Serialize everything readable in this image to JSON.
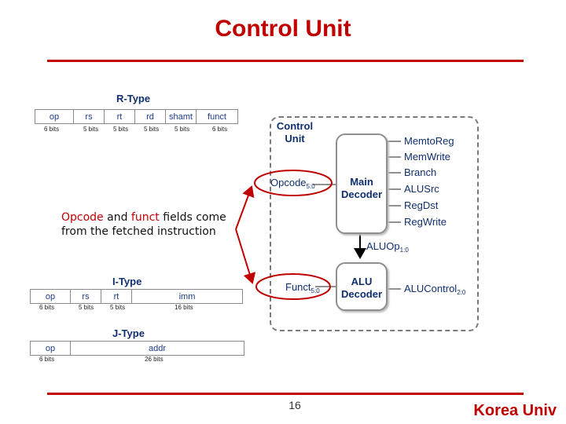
{
  "slide": {
    "title": "Control Unit",
    "page_number": "16",
    "footer": "Korea Univ"
  },
  "note": {
    "w1": "Opcode",
    "w2": " and ",
    "w3": "funct",
    "w4": " fields come from the fetched instruction"
  },
  "r_type": {
    "title": "R-Type",
    "fields": [
      "op",
      "rs",
      "rt",
      "rd",
      "shamt",
      "funct"
    ],
    "bits": [
      "6 bits",
      "5 bits",
      "5 bits",
      "5 bits",
      "5 bits",
      "6 bits"
    ]
  },
  "i_type": {
    "title": "I-Type",
    "fields": [
      "op",
      "rs",
      "rt",
      "imm"
    ],
    "bits": [
      "6 bits",
      "5 bits",
      "5 bits",
      "16 bits"
    ]
  },
  "j_type": {
    "title": "J-Type",
    "fields": [
      "op",
      "addr"
    ],
    "bits": [
      "6 bits",
      "26 bits"
    ]
  },
  "control_unit": {
    "label_line1": "Control",
    "label_line2": "Unit",
    "main_decoder_line1": "Main",
    "main_decoder_line2": "Decoder",
    "alu_decoder_line1": "ALU",
    "alu_decoder_line2": "Decoder",
    "opcode_input": "Opcode",
    "opcode_range": "5:0",
    "funct_input": "Funct",
    "funct_range": "5:0",
    "aluop": "ALUOp",
    "aluop_range": "1:0",
    "main_outputs": [
      "MemtoReg",
      "MemWrite",
      "Branch",
      "ALUSrc",
      "RegDst",
      "RegWrite"
    ],
    "alucontrol": "ALUControl",
    "alucontrol_range": "2:0"
  }
}
